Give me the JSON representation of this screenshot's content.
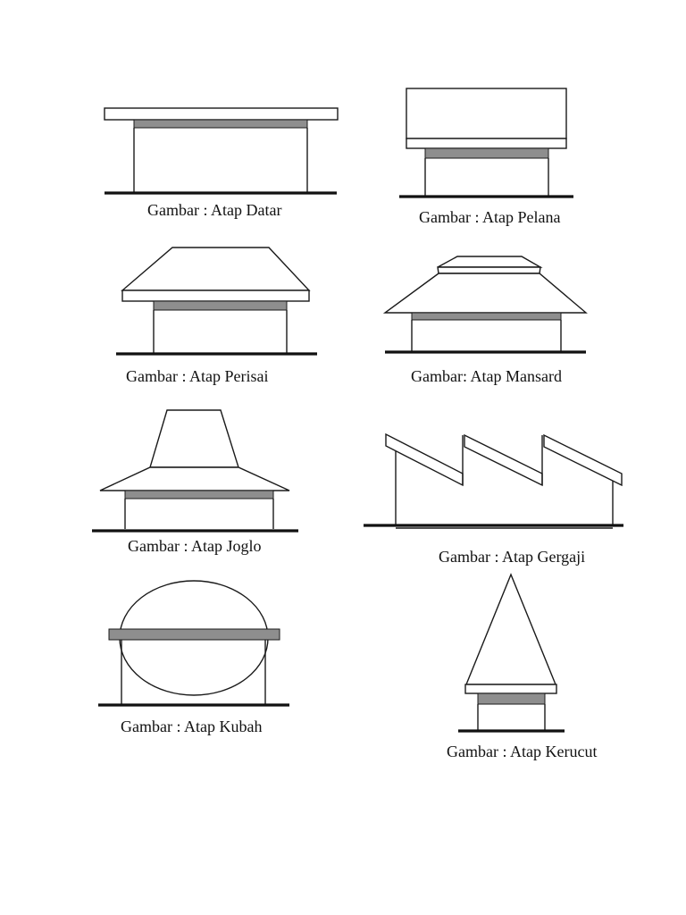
{
  "captions": {
    "datar": "Gambar : Atap Datar",
    "pelana": "Gambar : Atap Pelana",
    "perisai": "Gambar : Atap Perisai",
    "mansard": "Gambar: Atap Mansard",
    "joglo": "Gambar : Atap Joglo",
    "gergaji": "Gambar : Atap Gergaji",
    "kubah": "Gambar : Atap Kubah",
    "kerucut": "Gambar : Atap Kerucut"
  },
  "colors": {
    "line": "#1a1a1a",
    "beam": "#8e8e8e",
    "background": "#ffffff"
  }
}
